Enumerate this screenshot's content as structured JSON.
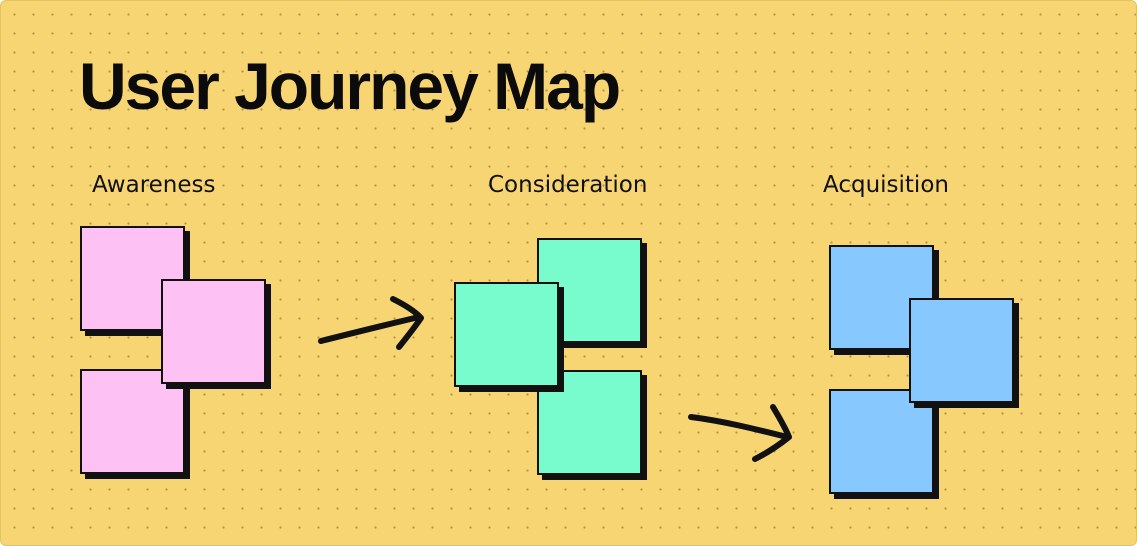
{
  "title": "User Journey Map",
  "colors": {
    "background": "#f8d573",
    "awareness": "#fdc2f3",
    "consideration": "#78fccd",
    "acquisition": "#87c9ff",
    "outline": "#111111"
  },
  "stages": [
    {
      "label": "Awareness",
      "color": "awareness",
      "note_count": 3
    },
    {
      "label": "Consideration",
      "color": "consideration",
      "note_count": 3
    },
    {
      "label": "Acquisition",
      "color": "acquisition",
      "note_count": 3
    }
  ]
}
